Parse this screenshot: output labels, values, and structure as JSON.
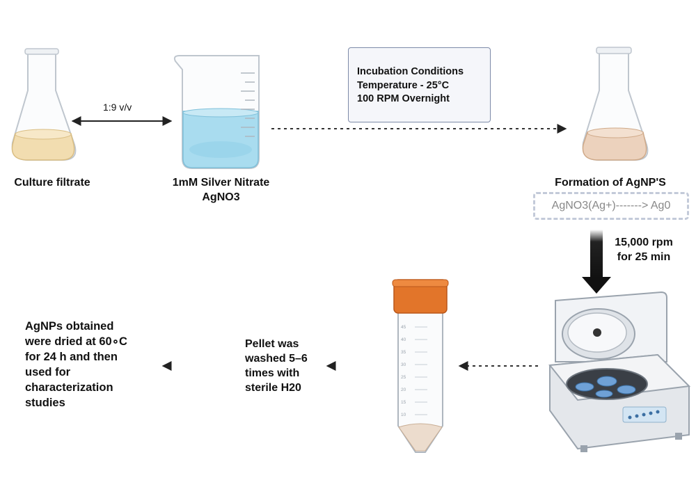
{
  "culture": {
    "label": "Culture filtrate"
  },
  "ratio": {
    "label": "1:9 v/v"
  },
  "silver": {
    "label1": "1mM Silver Nitrate",
    "label2": "AgNO3"
  },
  "incubation": {
    "title": "Incubation Conditions",
    "temp": "Temperature - 25°C",
    "rpm": "100 RPM Overnight"
  },
  "formation": {
    "label": "Formation of AgNP'S",
    "reaction": "AgNO3(Ag+)-------> Ag0"
  },
  "centrifuge": {
    "line1": "15,000 rpm",
    "line2": "for 25 min"
  },
  "tube": {
    "marks": [
      "45",
      "40",
      "35",
      "30",
      "25",
      "20",
      "15",
      "10"
    ]
  },
  "pellet": {
    "lines": [
      "Pellet was",
      "washed 5–6",
      "times with",
      "sterile H20"
    ]
  },
  "final": {
    "lines": [
      "AgNPs obtained",
      "were dried at 60∘C",
      "for 24 h and then",
      "used for",
      "characterization",
      "studies"
    ]
  },
  "colors": {
    "culture_liquid": "#f2ddb0",
    "silver_liquid": "#a9dcef",
    "agnp_liquid": "#ecd2bd",
    "cap": "#e2752a"
  }
}
